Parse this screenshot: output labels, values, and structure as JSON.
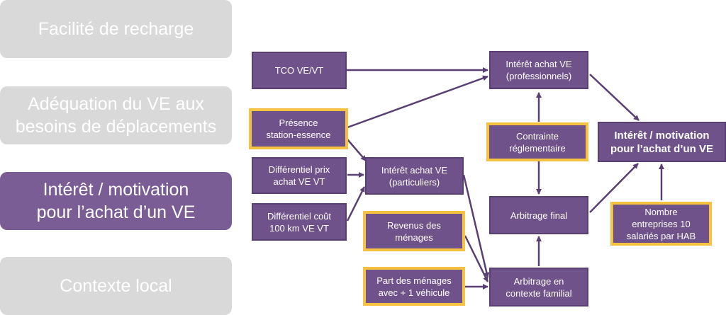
{
  "tabs": [
    {
      "label": "Facilité de recharge"
    },
    {
      "label": "Adéquation du VE aux\nbesoins de déplacements"
    },
    {
      "label": "Intérêt / motivation\npour l’achat d’un VE"
    },
    {
      "label": "Contexte local"
    }
  ],
  "nodes": {
    "tco": "TCO VE/VT",
    "presence": "Présence\nstation-essence",
    "diff_prix": "Différentiel prix\nachat VE VT",
    "diff_cout": "Différentiel coût\n100 km VE VT",
    "interet_part": "Intérêt achat VE\n(particuliers)",
    "revenus": "Revenus des\nménages",
    "part_menages": "Part des ménages\navec + 1 véhicule",
    "interet_pro": "Intérêt achat VE\n(professionnels)",
    "contrainte": "Contrainte\nréglementaire",
    "arbitrage_final": "Arbitrage final",
    "arbitrage_familial": "Arbitrage en\ncontexte familial",
    "motivation": "Intérêt / motivation\npour l’achat d’un VE",
    "nombre": "Nombre\nentreprises 10\nsalariés par HAB"
  },
  "colors": {
    "box": "#6f528a",
    "highlight_border": "#f5c242",
    "tab_inactive": "#d9d9d9",
    "tab_active": "#7b5d95",
    "arrow": "#5a3f73"
  }
}
